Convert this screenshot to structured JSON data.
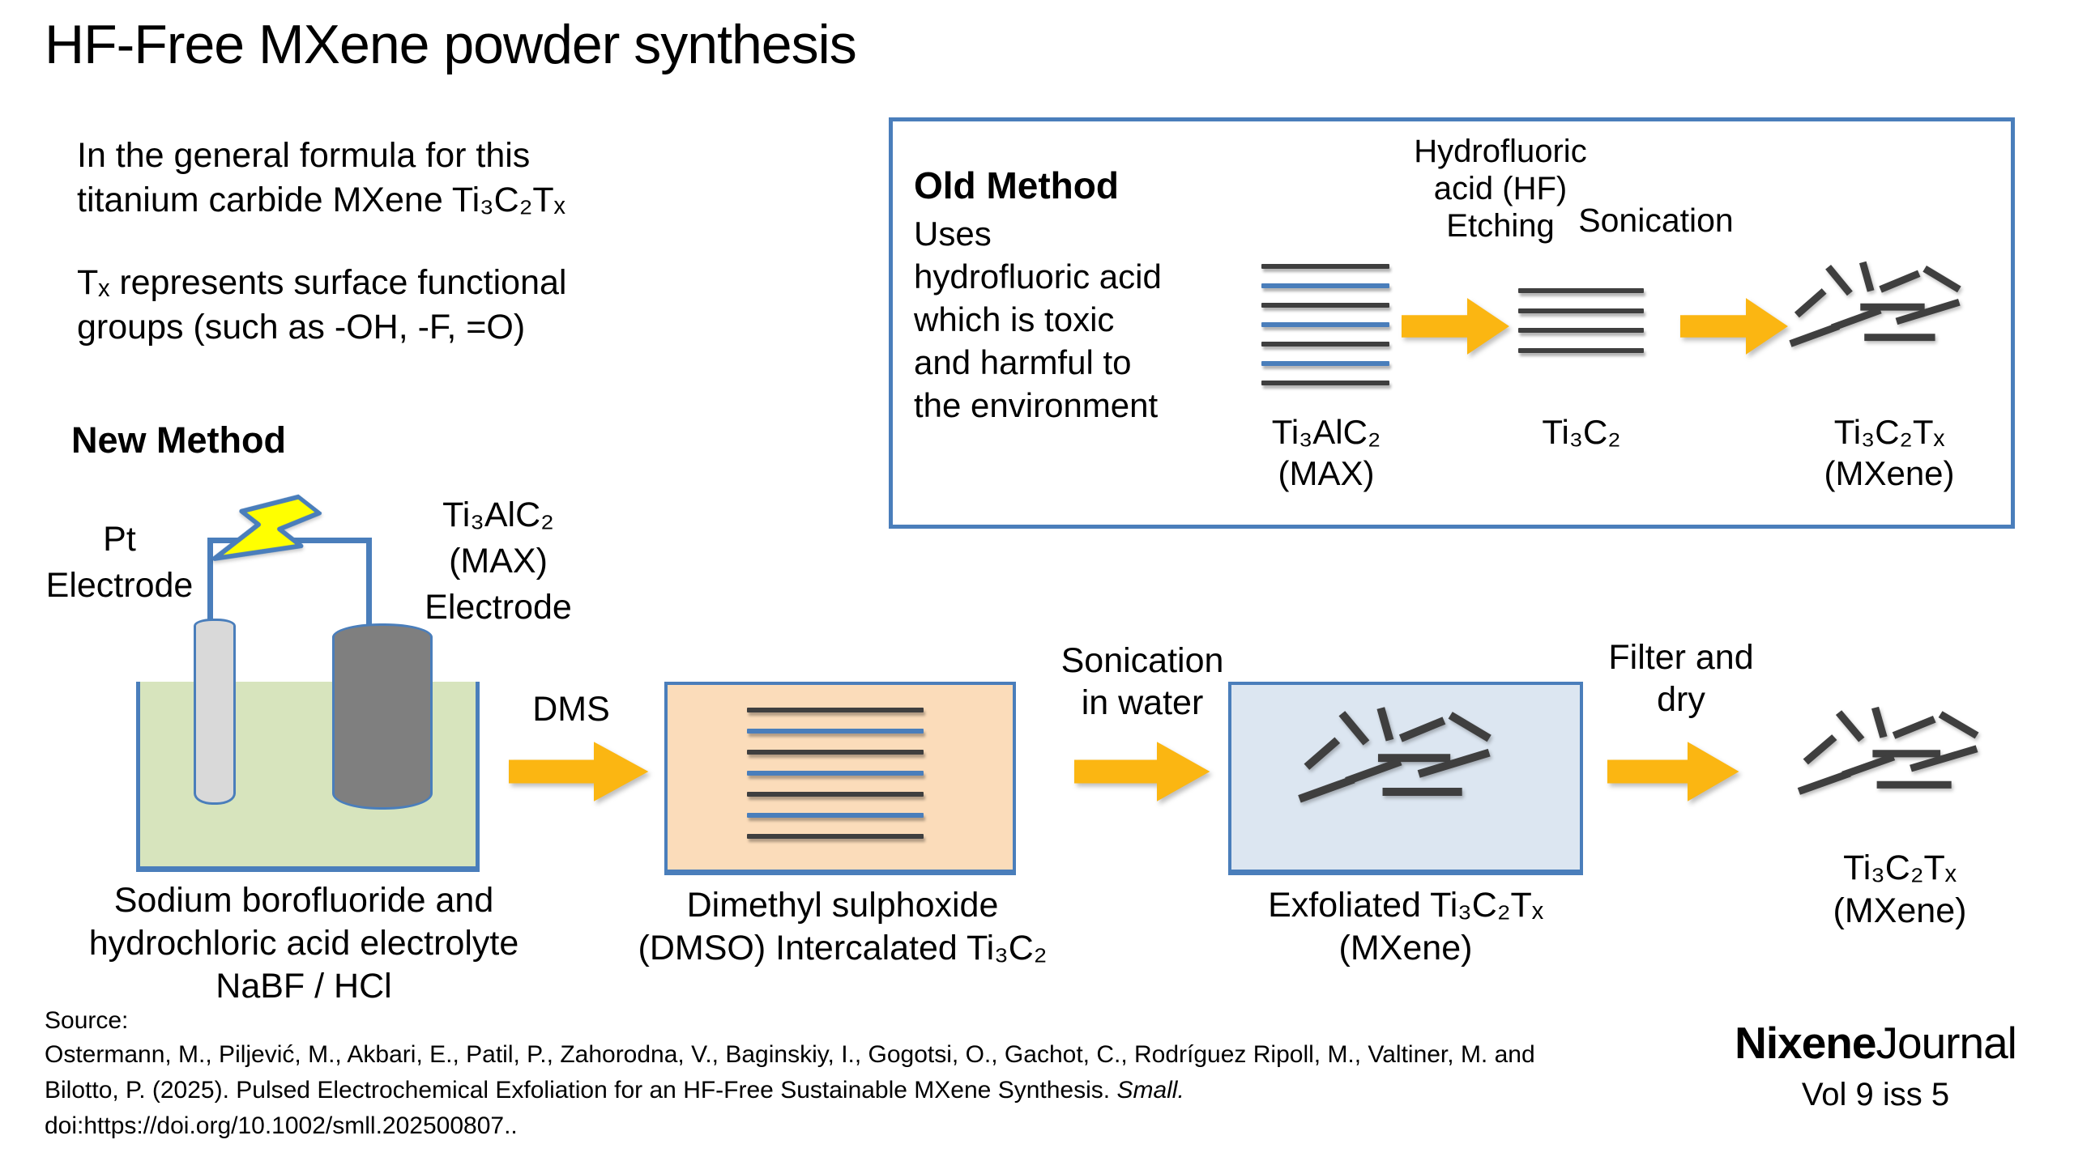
{
  "slide": {
    "title": "HF-Free MXene powder synthesis"
  },
  "intro": {
    "p1_lines": [
      "In the general formula for this",
      "titanium carbide MXene Ti₃C₂Tₓ"
    ],
    "p2_lines": [
      "Tₓ represents surface functional",
      "groups (such as -OH, -F, =O)"
    ]
  },
  "old_method": {
    "heading": "Old Method",
    "desc_lines": [
      "Uses",
      "hydrofluoric acid",
      "which is toxic",
      "and harmful to",
      "the environment"
    ],
    "etching_label_lines": [
      "Hydrofluoric",
      "acid (HF)",
      "Etching"
    ],
    "sonication_label": "Sonication",
    "max_formula": "Ti₃AlC₂",
    "max_name": "(MAX)",
    "mid_formula": "Ti₃C₂",
    "mxene_formula": "Ti₃C₂Tₓ",
    "mxene_name": "(MXene)"
  },
  "new_method": {
    "heading": "New Method",
    "pt_label_lines": [
      "Pt",
      "Electrode"
    ],
    "max_label_lines": [
      "Ti₃AlC₂",
      "(MAX)",
      "Electrode"
    ],
    "beaker_caption_lines": [
      "Sodium borofluoride and",
      "hydrochloric acid electrolyte",
      "NaBF / HCl"
    ]
  },
  "process": {
    "dms": {
      "label": "DMS",
      "caption_lines": [
        "Dimethyl sulphoxide",
        "(DMSO) Intercalated Ti₃C₂"
      ]
    },
    "sonication": {
      "label_lines": [
        "Sonication",
        "in water"
      ],
      "caption_lines": [
        "Exfoliated Ti₃C₂Tₓ",
        "(MXene)"
      ]
    },
    "filter": {
      "label_lines": [
        "Filter and",
        "dry"
      ],
      "caption_lines": [
        "Ti₃C₂Tₓ",
        "(MXene)"
      ]
    }
  },
  "source": {
    "label": "Source:",
    "line1": "Ostermann, M., Piljević, M., Akbari, E., Patil, P., Zahorodna, V., Baginskiy, I., Gogotsi, O., Gachot, C., Rodríguez Ripoll, M., Valtiner, M. and",
    "line2_regular": "Bilotto, P. (2025). Pulsed Electrochemical Exfoliation for an HF-Free Sustainable MXene Synthesis. ",
    "line2_italic": "Small.",
    "line3": "doi:https://doi.org/10.1002/smll.202500807.."
  },
  "journal": {
    "name_bold": "Nixene",
    "name_regular": "Journal",
    "issue": "Vol 9  iss 5"
  },
  "colors": {
    "accent_blue": "#4a7ebb",
    "arrow_gold": "#fbb612",
    "electrolyte_green": "#d7e4bd",
    "dmso_peach": "#fbdcba",
    "water_blue": "#dce6f1",
    "flake_gray": "#3f3f3f",
    "pt_gray": "#d9d9d9",
    "max_gray": "#7f7f7f",
    "lightning_yellow": "#ffff00"
  }
}
